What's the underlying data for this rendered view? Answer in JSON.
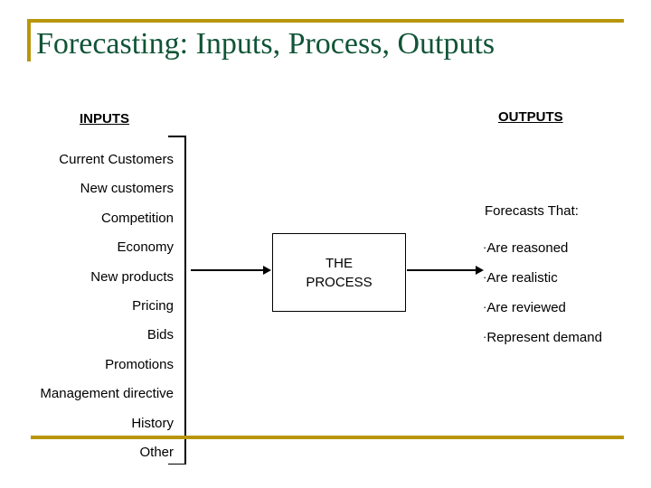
{
  "slide": {
    "title": "Forecasting: Inputs, Process, Outputs",
    "accent_color": "#b8960c",
    "title_color": "#105436",
    "background": "#ffffff"
  },
  "inputs": {
    "heading": "INPUTS",
    "items": [
      "Current Customers",
      "New customers",
      "Competition",
      "Economy",
      "New products",
      "Pricing",
      "Bids",
      "Promotions",
      "Management directive",
      "History",
      "Other"
    ]
  },
  "process": {
    "line1": "THE",
    "line2": "PROCESS",
    "text": "THE\nPROCESS"
  },
  "outputs": {
    "heading": "OUTPUTS",
    "intro": "Forecasts That:",
    "bullet_glyph": "·",
    "items": [
      "Are reasoned",
      "Are realistic",
      "Are reviewed",
      "Represent demand"
    ]
  },
  "connectors": {
    "input_arrow": "arrow-right",
    "output_arrow": "arrow-right",
    "bracket": "input-grouping-bracket"
  }
}
